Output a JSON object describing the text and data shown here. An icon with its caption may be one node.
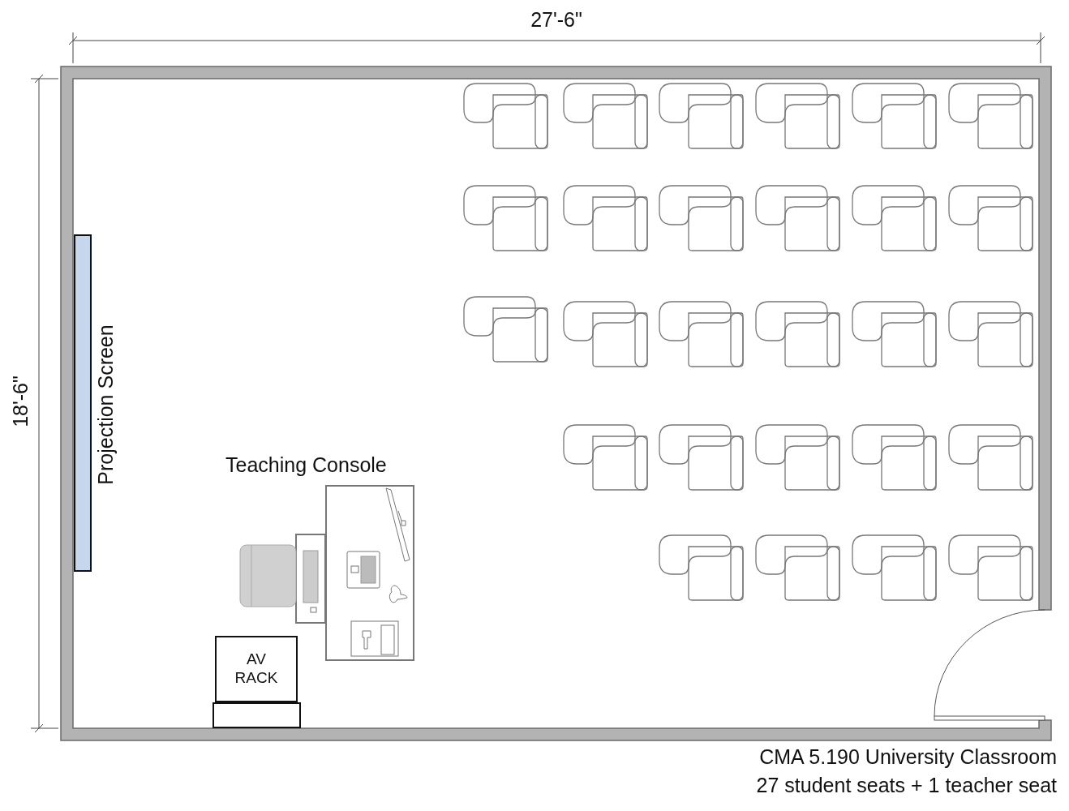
{
  "diagram": {
    "nodes": [
      {
        "text": [
          "Projection Screen"
        ]
      },
      {
        "text": [
          "Teaching Console"
        ]
      },
      {
        "text": [
          "AV RACK"
        ]
      },
      {
        "text": [],
        "shape": "box"
      }
    ],
    "labels": [
      "27'-6\"",
      "18'-6\"",
      "CMA 5.190 University Classroom",
      "27 student seats + 1 teacher seat"
    ]
  }
}
